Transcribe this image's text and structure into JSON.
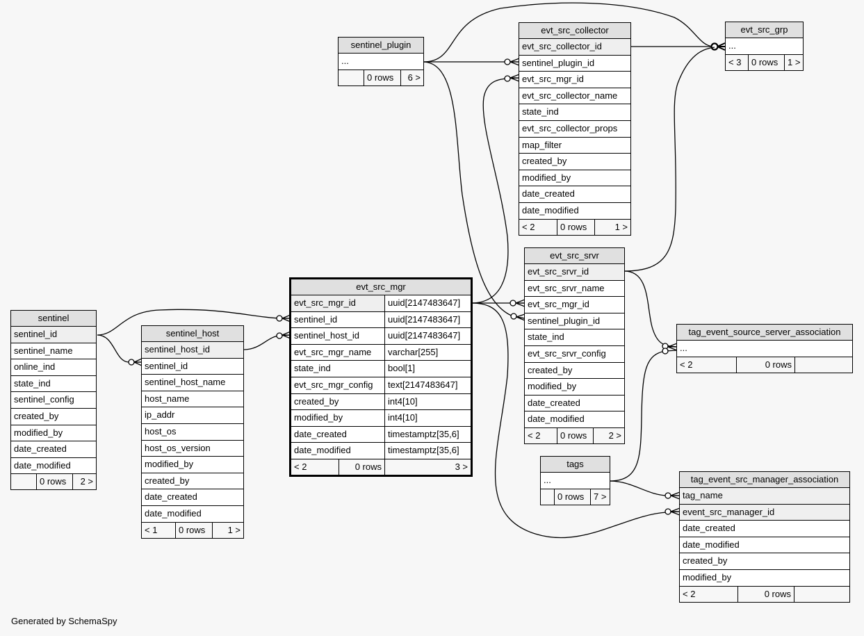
{
  "footer": {
    "credit": "Generated by SchemaSpy"
  },
  "tables": {
    "sentinel": {
      "name": "sentinel",
      "columns": [
        "sentinel_id",
        "sentinel_name",
        "online_ind",
        "state_ind",
        "sentinel_config",
        "created_by",
        "modified_by",
        "date_created",
        "date_modified"
      ],
      "key_columns": [
        "sentinel_id"
      ],
      "footer": {
        "parents": "",
        "rows": "0 rows",
        "children": "2 >"
      }
    },
    "sentinel_host": {
      "name": "sentinel_host",
      "columns": [
        "sentinel_host_id",
        "sentinel_id",
        "sentinel_host_name",
        "host_name",
        "ip_addr",
        "host_os",
        "host_os_version",
        "modified_by",
        "created_by",
        "date_created",
        "date_modified"
      ],
      "key_columns": [
        "sentinel_host_id"
      ],
      "footer": {
        "parents": "< 1",
        "rows": "0 rows",
        "children": "1 >"
      }
    },
    "evt_src_mgr": {
      "name": "evt_src_mgr",
      "columns": [
        {
          "name": "evt_src_mgr_id",
          "type": "uuid[2147483647]"
        },
        {
          "name": "sentinel_id",
          "type": "uuid[2147483647]"
        },
        {
          "name": "sentinel_host_id",
          "type": "uuid[2147483647]"
        },
        {
          "name": "evt_src_mgr_name",
          "type": "varchar[255]"
        },
        {
          "name": "state_ind",
          "type": "bool[1]"
        },
        {
          "name": "evt_src_mgr_config",
          "type": "text[2147483647]"
        },
        {
          "name": "created_by",
          "type": "int4[10]"
        },
        {
          "name": "modified_by",
          "type": "int4[10]"
        },
        {
          "name": "date_created",
          "type": "timestamptz[35,6]"
        },
        {
          "name": "date_modified",
          "type": "timestamptz[35,6]"
        }
      ],
      "key_columns": [
        "evt_src_mgr_id"
      ],
      "footer": {
        "parents": "< 2",
        "rows": "0 rows",
        "children": "3 >"
      }
    },
    "sentinel_plugin": {
      "name": "sentinel_plugin",
      "columns": [
        "..."
      ],
      "key_columns": [],
      "footer": {
        "parents": "",
        "rows": "0 rows",
        "children": "6 >"
      }
    },
    "evt_src_collector": {
      "name": "evt_src_collector",
      "columns": [
        "evt_src_collector_id",
        "sentinel_plugin_id",
        "evt_src_mgr_id",
        "evt_src_collector_name",
        "state_ind",
        "evt_src_collector_props",
        "map_filter",
        "created_by",
        "modified_by",
        "date_created",
        "date_modified"
      ],
      "key_columns": [
        "evt_src_collector_id"
      ],
      "footer": {
        "parents": "< 2",
        "rows": "0 rows",
        "children": "1 >"
      }
    },
    "evt_src_grp": {
      "name": "evt_src_grp",
      "columns": [
        "..."
      ],
      "key_columns": [],
      "footer": {
        "parents": "< 3",
        "rows": "0 rows",
        "children": "1 >"
      }
    },
    "evt_src_srvr": {
      "name": "evt_src_srvr",
      "columns": [
        "evt_src_srvr_id",
        "evt_src_srvr_name",
        "evt_src_mgr_id",
        "sentinel_plugin_id",
        "state_ind",
        "evt_src_srvr_config",
        "created_by",
        "modified_by",
        "date_created",
        "date_modified"
      ],
      "key_columns": [
        "evt_src_srvr_id"
      ],
      "footer": {
        "parents": "< 2",
        "rows": "0 rows",
        "children": "2 >"
      }
    },
    "tag_event_source_server_association": {
      "name": "tag_event_source_server_association",
      "columns": [
        "..."
      ],
      "key_columns": [],
      "footer": {
        "parents": "< 2",
        "rows": "0 rows",
        "children": ""
      }
    },
    "tags": {
      "name": "tags",
      "columns": [
        "..."
      ],
      "key_columns": [],
      "footer": {
        "parents": "",
        "rows": "0 rows",
        "children": "7 >"
      }
    },
    "tag_event_src_manager_association": {
      "name": "tag_event_src_manager_association",
      "columns": [
        "tag_name",
        "event_src_manager_id",
        "date_created",
        "date_modified",
        "created_by",
        "modified_by"
      ],
      "key_columns": [
        "tag_name",
        "event_src_manager_id"
      ],
      "footer": {
        "parents": "< 2",
        "rows": "0 rows",
        "children": ""
      }
    }
  },
  "relationships": [
    {
      "from": "sentinel.sentinel_id",
      "to": "sentinel_host.sentinel_id",
      "cardinality": "zero-or-many"
    },
    {
      "from": "sentinel.sentinel_id",
      "to": "evt_src_mgr.sentinel_id",
      "cardinality": "zero-or-many"
    },
    {
      "from": "sentinel_host.sentinel_host_id",
      "to": "evt_src_mgr.sentinel_host_id",
      "cardinality": "zero-or-many"
    },
    {
      "from": "sentinel_plugin",
      "to": "evt_src_collector.sentinel_plugin_id",
      "cardinality": "zero-or-many"
    },
    {
      "from": "sentinel_plugin",
      "to": "evt_src_srvr.sentinel_plugin_id",
      "cardinality": "zero-or-many"
    },
    {
      "from": "sentinel_plugin",
      "to": "evt_src_grp",
      "cardinality": "zero-or-many"
    },
    {
      "from": "evt_src_mgr.evt_src_mgr_id",
      "to": "evt_src_collector.evt_src_mgr_id",
      "cardinality": "zero-or-many"
    },
    {
      "from": "evt_src_mgr.evt_src_mgr_id",
      "to": "evt_src_srvr.evt_src_mgr_id",
      "cardinality": "zero-or-many"
    },
    {
      "from": "evt_src_mgr.evt_src_mgr_id",
      "to": "tag_event_src_manager_association.event_src_manager_id",
      "cardinality": "zero-or-many"
    },
    {
      "from": "evt_src_collector.evt_src_collector_id",
      "to": "evt_src_grp",
      "cardinality": "zero-or-many"
    },
    {
      "from": "evt_src_srvr.evt_src_srvr_id",
      "to": "evt_src_grp",
      "cardinality": "zero-or-many"
    },
    {
      "from": "evt_src_srvr.evt_src_srvr_id",
      "to": "tag_event_source_server_association",
      "cardinality": "zero-or-many"
    },
    {
      "from": "tags",
      "to": "tag_event_source_server_association",
      "cardinality": "zero-or-many"
    },
    {
      "from": "tags",
      "to": "tag_event_src_manager_association.tag_name",
      "cardinality": "zero-or-many"
    }
  ]
}
